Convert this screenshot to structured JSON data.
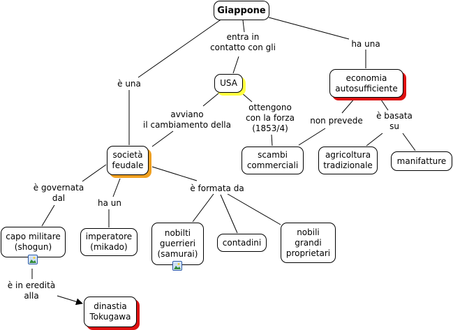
{
  "map_title": "Giappone",
  "nodes": {
    "giappone": "Giappone",
    "usa": "USA",
    "economia": "economia\nautosufficiente",
    "societa": "società\nfeudale",
    "scambi": "scambi\ncommerciali",
    "agricoltura": "agricoltura\ntradizionale",
    "manifatture": "manifatture",
    "capo": "capo militare\n(shogun)",
    "imperatore": "imperatore\n(mikado)",
    "samurai": "nobilti\nguerrieri\n(samurai)",
    "contadini": "contadini",
    "nobili": "nobili\ngrandi\nproprietari",
    "dinastia": "dinastia\nTokugawa"
  },
  "links": {
    "entra": "entra in\ncontatto con gli",
    "ha_una": "ha una",
    "e_una": "è una",
    "avviano": "avviano\nil cambiamento della",
    "ottengono": "ottengono\ncon la forza\n(1853/4)",
    "non_prevede": "non prevede",
    "basata": "è basata\nsu",
    "governata": "è governata\ndal",
    "ha_un": "ha un",
    "formata": "è formata da",
    "eredita": "è in eredità\nalla"
  },
  "icons": {
    "capo_image": "image-resource-icon",
    "samurai_image": "image-resource-icon"
  },
  "colors": {
    "shadow_red": "#dd1010",
    "shadow_orange": "#f0a020",
    "shadow_yellow": "#ffff40",
    "line": "#000000"
  }
}
